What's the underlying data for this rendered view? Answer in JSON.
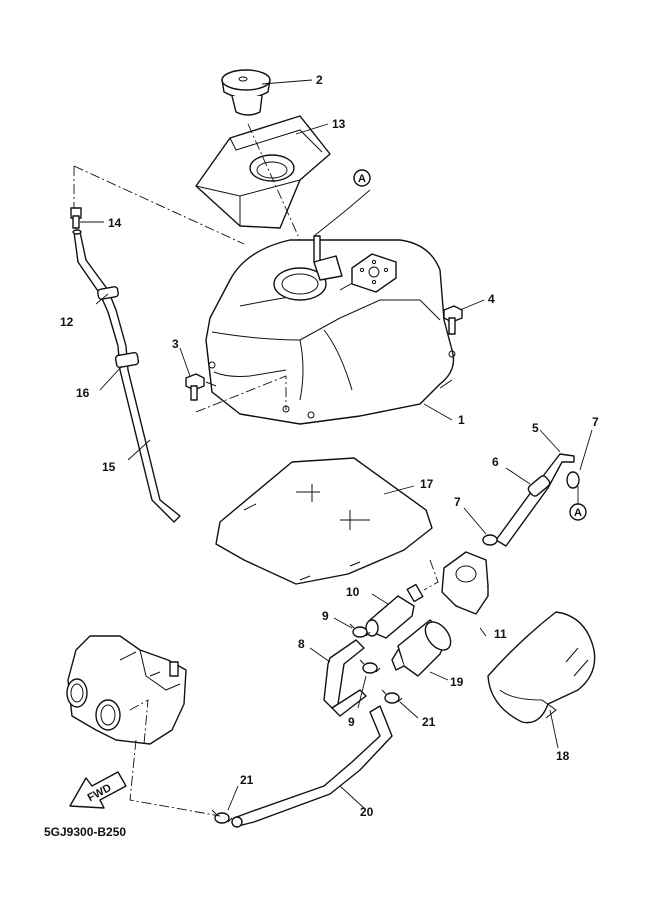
{
  "diagram": {
    "code": "5GJ9300-B250",
    "fwd": "FWD",
    "ref_a": "A",
    "callouts": [
      "1",
      "2",
      "3",
      "4",
      "5",
      "6",
      "7",
      "8",
      "9",
      "10",
      "11",
      "12",
      "13",
      "14",
      "15",
      "16",
      "17",
      "18",
      "19",
      "20",
      "21"
    ]
  }
}
